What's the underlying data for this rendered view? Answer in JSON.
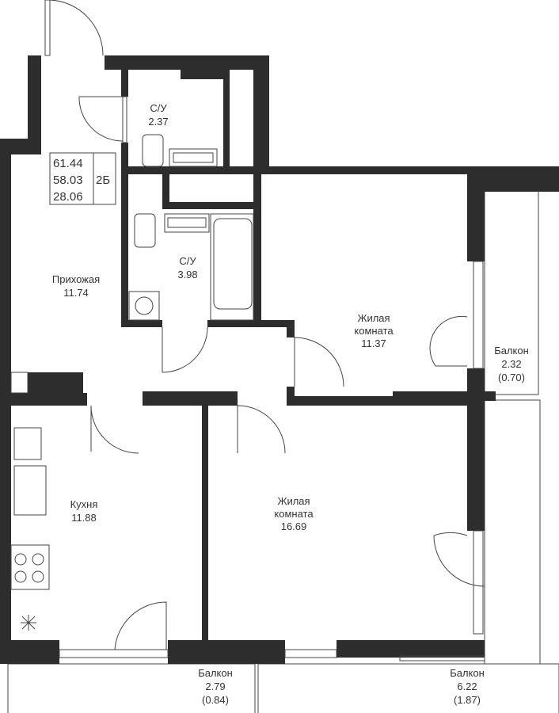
{
  "summary": {
    "total_area": "61.44",
    "living_total": "58.03",
    "living_area": "28.06",
    "type": "2Б"
  },
  "rooms": [
    {
      "name": "С/У",
      "area": "2.37"
    },
    {
      "name": "С/У",
      "area": "3.98"
    },
    {
      "name": "Прихожая",
      "area": "11.74"
    },
    {
      "name": "Жилая",
      "name2": "комната",
      "area": "11.37"
    },
    {
      "name": "Кухня",
      "area": "11.88"
    },
    {
      "name": "Жилая",
      "name2": "комната",
      "area": "16.69"
    },
    {
      "name": "Балкон",
      "area": "2.32",
      "coef": "(0.70)"
    },
    {
      "name": "Балкон",
      "area": "2.79",
      "coef": "(0.84)"
    },
    {
      "name": "Балкон",
      "area": "6.22",
      "coef": "(1.87)"
    }
  ],
  "colors": {
    "wall": "#2d2d2d",
    "line": "#444444"
  }
}
